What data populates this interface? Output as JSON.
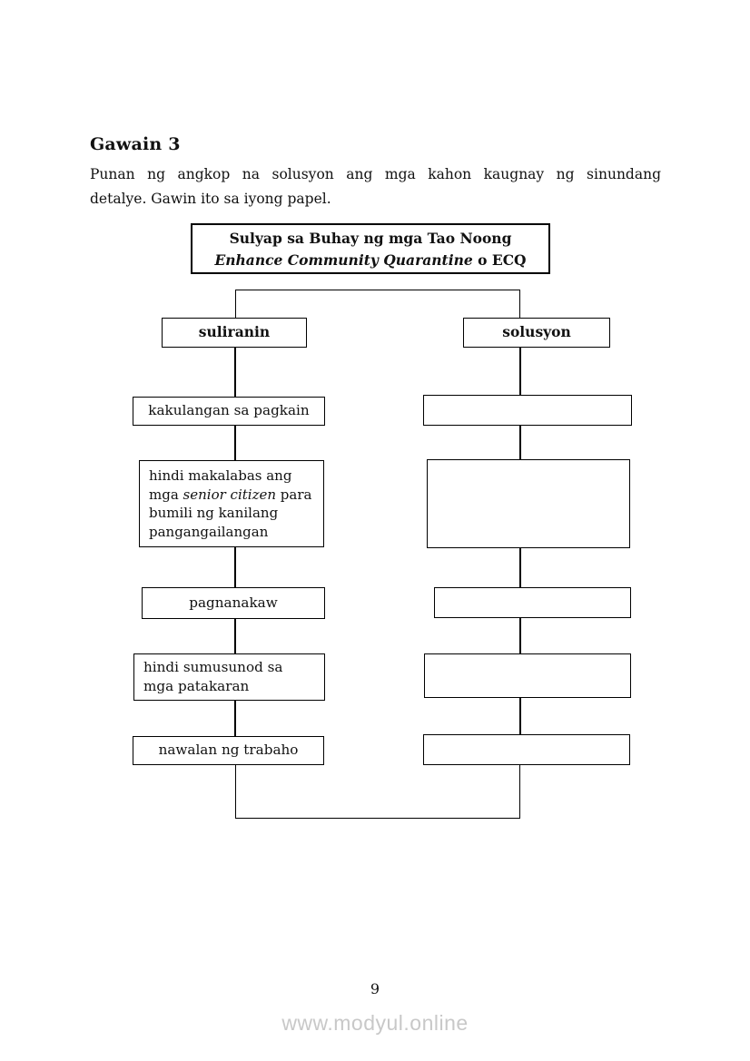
{
  "page": {
    "heading": "Gawain 3",
    "instructions_line1": "Punan ng angkop na solusyon ang mga kahon kaugnay ng sinundang",
    "instructions_line2": "detalye. Gawin ito sa iyong papel.",
    "page_number": "9",
    "footer": "www.modyul.online"
  },
  "flowchart": {
    "title_line1": "Sulyap sa Buhay ng mga Tao Noong",
    "title_line2_italic": "Enhance Community Quarantine",
    "title_line2_suffix": " o ECQ",
    "columns": {
      "left_header": "suliranin",
      "right_header": "solusyon"
    },
    "problems": {
      "p1": "kakulangan sa pagkain",
      "p2_pre": "hindi makalabas ang mga ",
      "p2_italic": "senior citizen",
      "p2_post": " para bumili ng kanilang pangangailangan",
      "p3": "pagnanakaw",
      "p4": "hindi sumusunod sa mga patakaran",
      "p5": "nawalan ng trabaho"
    },
    "solutions": [
      "",
      "",
      "",
      "",
      ""
    ]
  },
  "colors": {
    "line": "#000000",
    "text": "#111111",
    "watermark": "#c8c8c8",
    "background": "#ffffff"
  }
}
